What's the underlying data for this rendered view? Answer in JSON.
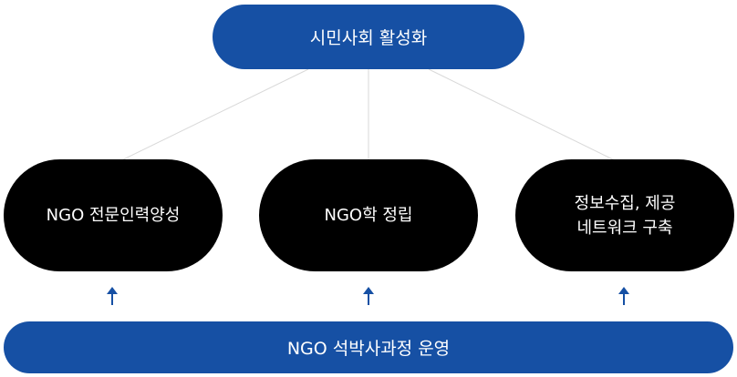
{
  "top_node": {
    "label": "시민사회 활성화"
  },
  "middle_nodes": [
    {
      "lines": [
        "NGO 전문인력양성"
      ]
    },
    {
      "lines": [
        "NGO학 정립"
      ]
    },
    {
      "lines": [
        "정보수집, 제공",
        "네트워크 구축"
      ]
    }
  ],
  "bottom_node": {
    "label": "NGO 석박사과정 운영"
  },
  "colors": {
    "blue": "#1650a4",
    "black": "#000000",
    "line": "#d9d9d9",
    "text": "#ffffff"
  },
  "icons": {
    "arrow": "arrow-up-icon"
  }
}
